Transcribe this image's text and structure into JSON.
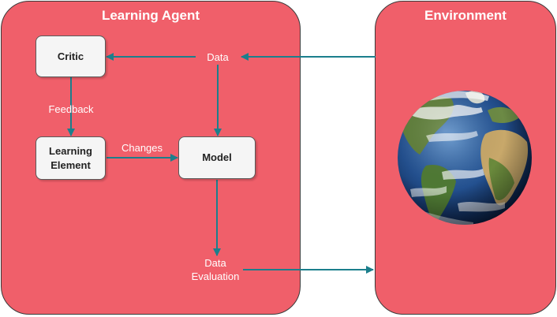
{
  "agent": {
    "title": "Learning Agent"
  },
  "environment": {
    "title": "Environment"
  },
  "nodes": {
    "critic": "Critic",
    "learning_element": "Learning\nElement",
    "model": "Model"
  },
  "edge_labels": {
    "data": "Data",
    "feedback": "Feedback",
    "changes": "Changes",
    "data_evaluation": "Data\nEvaluation"
  },
  "colors": {
    "panel_fill": "#f05f6a",
    "arrow": "#1b7f8c",
    "node_fill": "#f5f5f5"
  },
  "icons": {
    "environment_image": "earth-globe-icon"
  }
}
